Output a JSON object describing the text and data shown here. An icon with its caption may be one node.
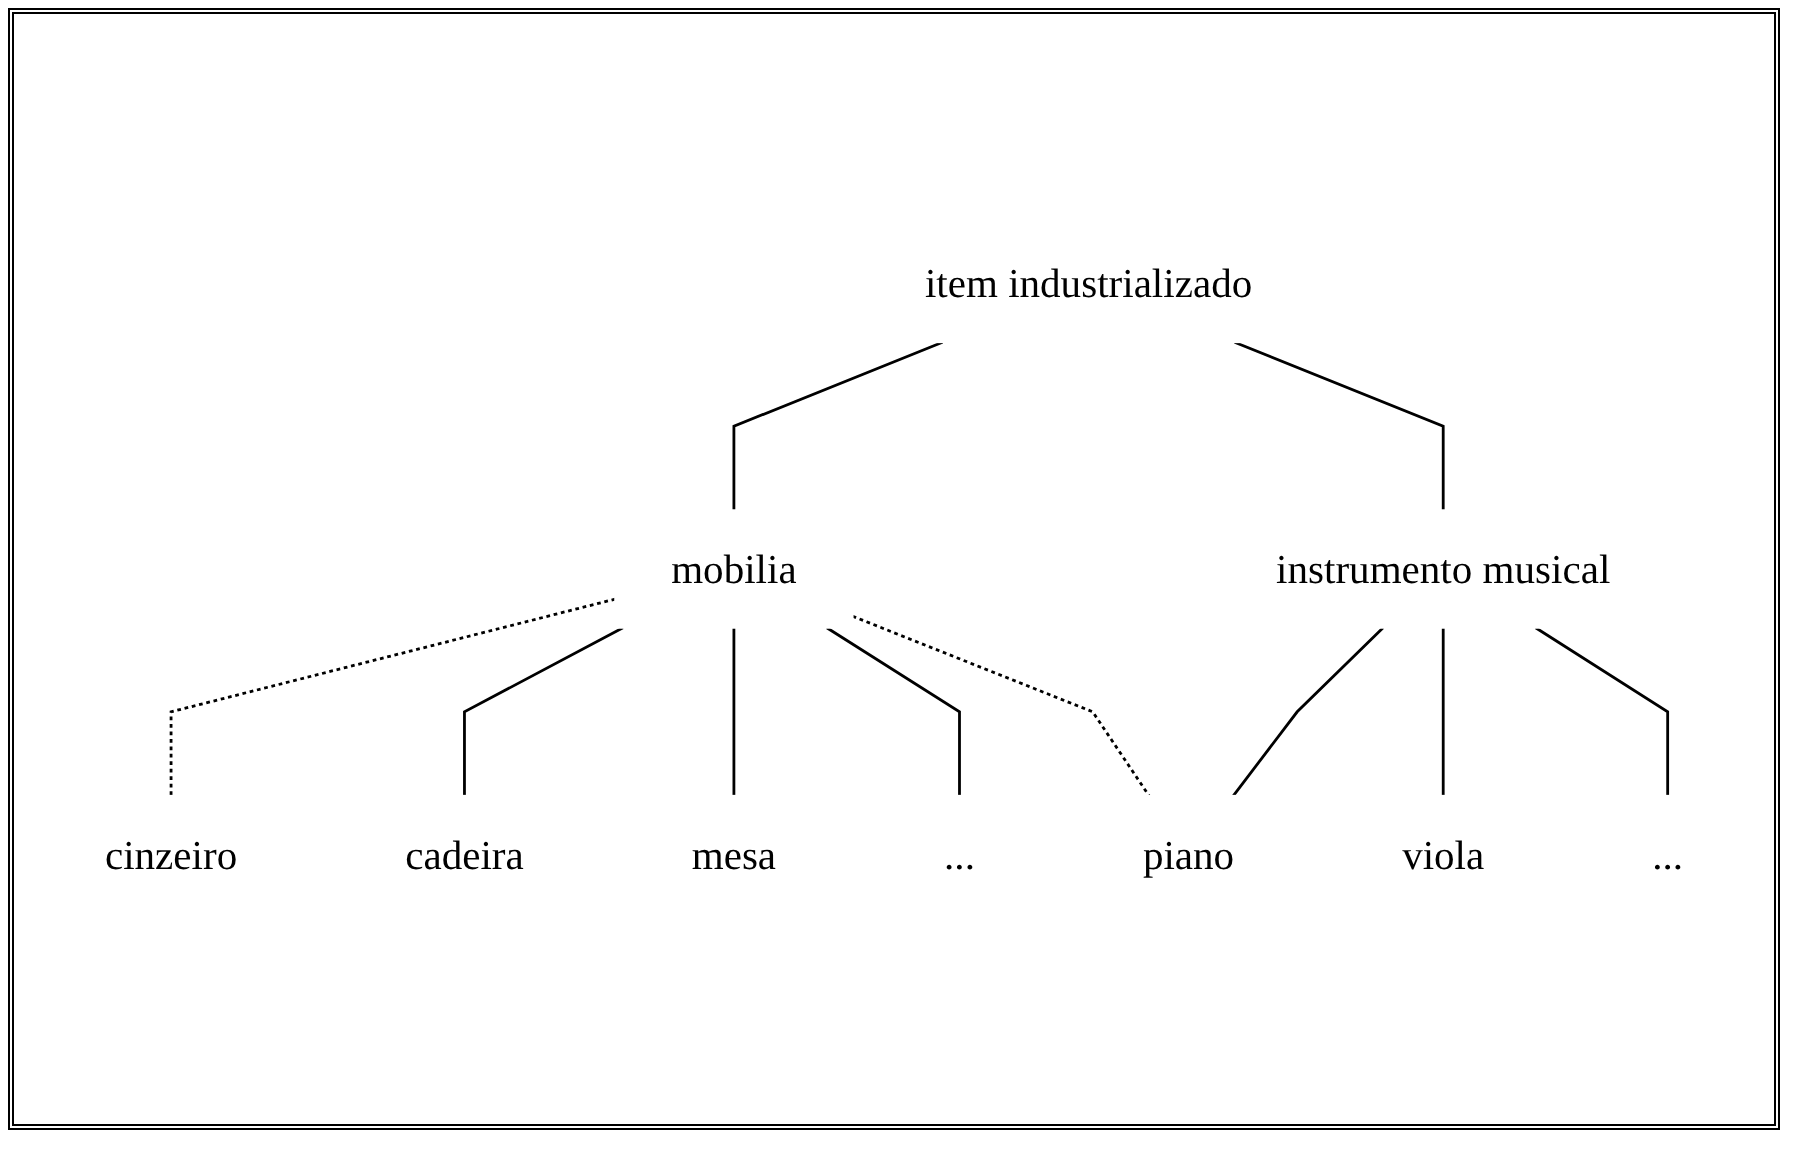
{
  "diagram": {
    "nodes": [
      {
        "text": [
          "item industrializado"
        ]
      },
      {
        "text": [
          "mobilia"
        ]
      },
      {
        "text": [
          "instrumento musical"
        ]
      },
      {
        "text": [
          "cinzeiro"
        ]
      },
      {
        "text": [
          "cadeira"
        ]
      },
      {
        "text": [
          "mesa"
        ]
      },
      {
        "text": [
          "..."
        ]
      },
      {
        "text": [
          "piano"
        ]
      },
      {
        "text": [
          "viola"
        ]
      },
      {
        "text": [
          "..."
        ]
      }
    ],
    "edges": [
      {
        "from": 0,
        "to": 1,
        "arrow": "none"
      },
      {
        "from": 0,
        "to": 2,
        "arrow": "none"
      },
      {
        "from": 1,
        "to": 3,
        "arrow": "none",
        "style": "dashed"
      },
      {
        "from": 1,
        "to": 4,
        "arrow": "none"
      },
      {
        "from": 1,
        "to": 5,
        "arrow": "none"
      },
      {
        "from": 1,
        "to": 6,
        "arrow": "none"
      },
      {
        "from": 1,
        "to": 7,
        "arrow": "none",
        "style": "dashed"
      },
      {
        "from": 2,
        "to": 7,
        "arrow": "none"
      },
      {
        "from": 2,
        "to": 8,
        "arrow": "none"
      },
      {
        "from": 2,
        "to": 9,
        "arrow": "none"
      }
    ]
  }
}
